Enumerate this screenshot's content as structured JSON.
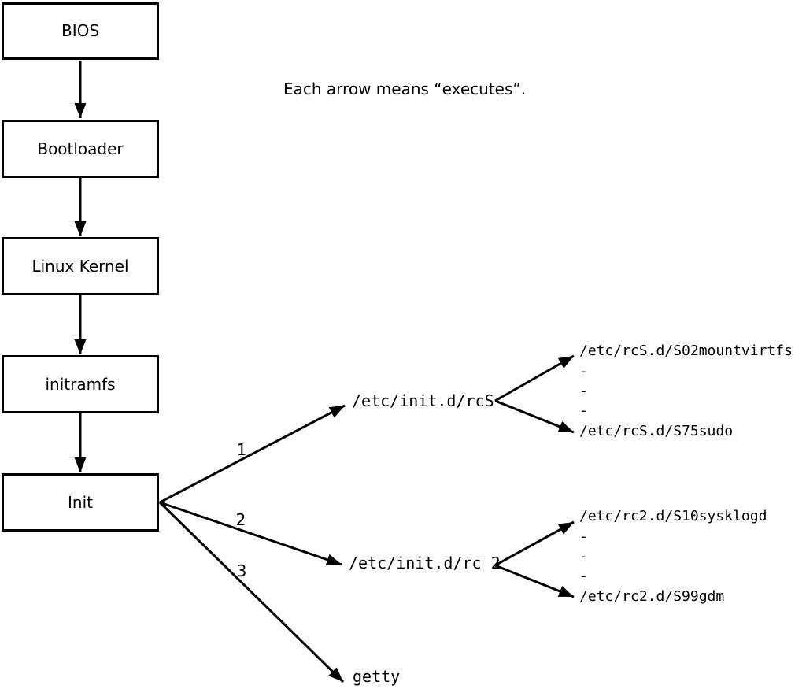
{
  "note": "Each arrow means “executes”.",
  "chain": [
    {
      "label": "BIOS"
    },
    {
      "label": "Bootloader"
    },
    {
      "label": "Linux Kernel"
    },
    {
      "label": "initramfs"
    },
    {
      "label": "Init"
    }
  ],
  "init_branches": [
    {
      "number": "1",
      "target": "/etc/init.d/rcS"
    },
    {
      "number": "2",
      "target": "/etc/init.d/rc 2"
    },
    {
      "number": "3",
      "target": "getty"
    }
  ],
  "rcS_scripts": {
    "first": "/etc/rcS.d/S02mountvirtfs",
    "dots": [
      "-",
      "-",
      "-"
    ],
    "last": "/etc/rcS.d/S75sudo"
  },
  "rc2_scripts": {
    "first": "/etc/rc2.d/S10sysklogd",
    "dots": [
      "-",
      "-",
      "-"
    ],
    "last": "/etc/rc2.d/S99gdm"
  },
  "colors": {
    "foreground": "#000000",
    "background": "#ffffff"
  }
}
